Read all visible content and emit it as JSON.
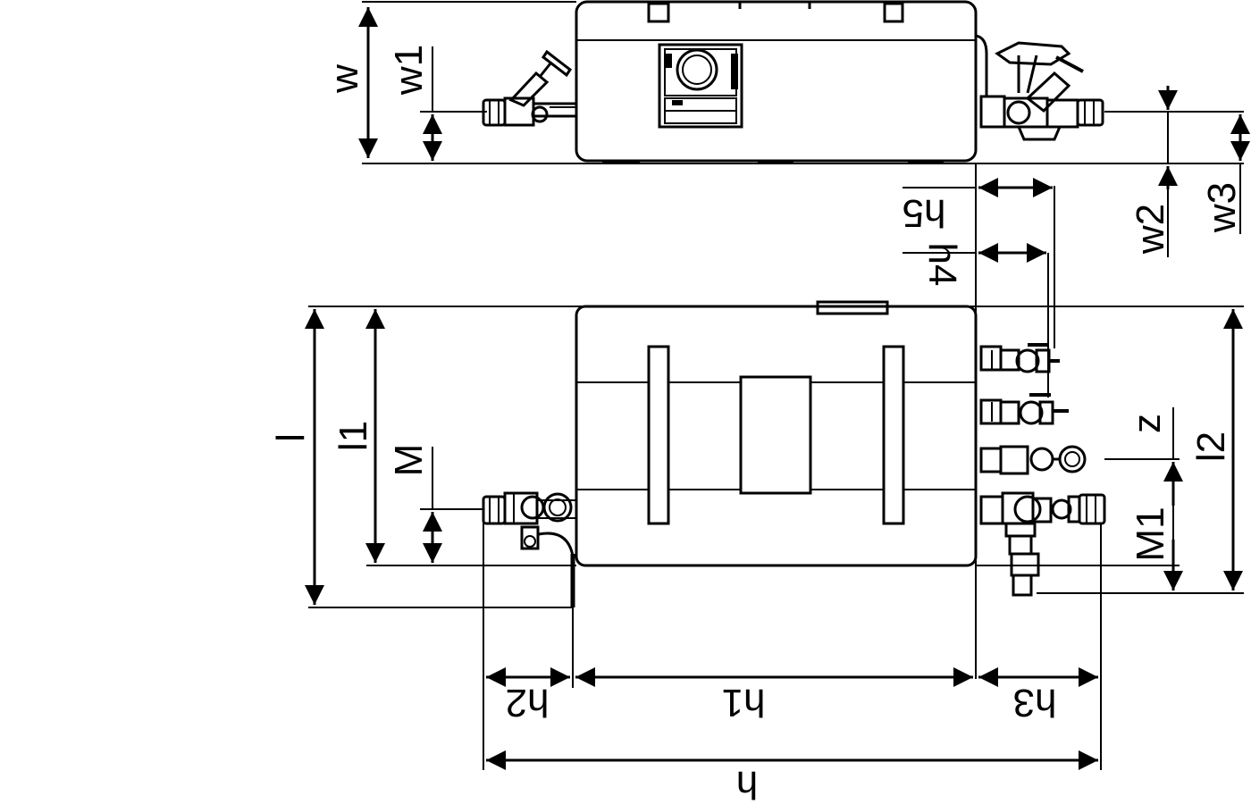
{
  "drawing": {
    "dimension_labels": {
      "w": "w",
      "w1": "w1",
      "w2": "w2",
      "w3": "w3",
      "h": "h",
      "h1": "h1",
      "h2": "h2",
      "h3": "h3",
      "h4": "h4",
      "h5": "h5",
      "l": "l",
      "l1": "l1",
      "l2": "l2",
      "M": "M",
      "M1": "M1",
      "z": "z"
    }
  }
}
